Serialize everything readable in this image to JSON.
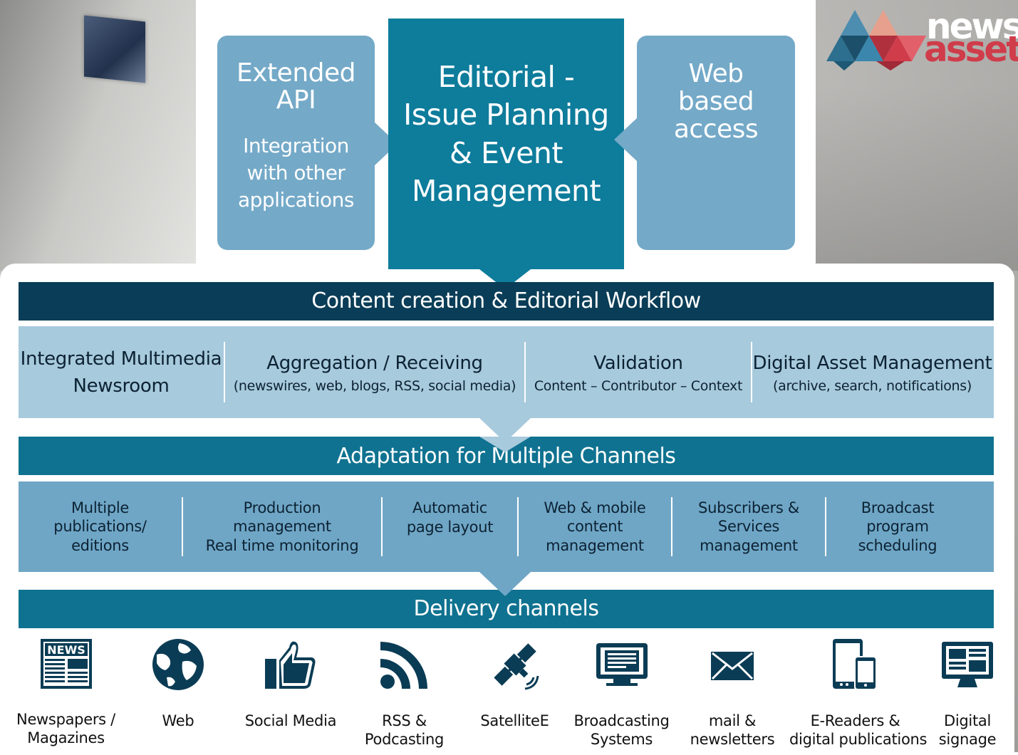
{
  "logo": {
    "word1": "news",
    "word2": "asset"
  },
  "top": {
    "left": {
      "title_line1": "Extended",
      "title_line2": "API",
      "sub_line1": "Integration",
      "sub_line2": "with other",
      "sub_line3": "applications"
    },
    "center": {
      "line1": "Editorial -",
      "line2": "Issue Planning",
      "line3": "& Event",
      "line4": "Management"
    },
    "right": {
      "line1": "Web",
      "line2": "based",
      "line3": "access"
    }
  },
  "band1": "Content creation & Editorial Workflow",
  "row1": [
    {
      "title_line1": "Integrated Multimedia",
      "title_line2": "Newsroom"
    },
    {
      "title": "Aggregation / Receiving",
      "sub": "(newswires, web, blogs, RSS, social media)"
    },
    {
      "title": "Validation",
      "sub": "Content – Contributor – Context"
    },
    {
      "title": "Digital Asset Management",
      "sub": "(archive, search, notifications)"
    }
  ],
  "band2": "Adaptation for Multiple Channels",
  "row2": [
    {
      "l1": "Multiple",
      "l2": "publications/",
      "l3": "editions"
    },
    {
      "l1": "Production",
      "l2": "management",
      "l3": "Real time monitoring"
    },
    {
      "l1": "Automatic",
      "l2": "page layout",
      "l3": ""
    },
    {
      "l1": "Web & mobile",
      "l2": "content",
      "l3": "management"
    },
    {
      "l1": "Subscribers &",
      "l2": "Services",
      "l3": "management"
    },
    {
      "l1": "Broadcast",
      "l2": "program",
      "l3": "scheduling"
    }
  ],
  "band3": "Delivery channels",
  "channels": [
    {
      "icon": "newspaper-icon",
      "icon_text": "NEWS",
      "l1": "Newspapers /",
      "l2": "Magazines"
    },
    {
      "icon": "globe-icon",
      "l1": "Web",
      "l2": ""
    },
    {
      "icon": "thumbs-up-icon",
      "l1": "Social Media",
      "l2": ""
    },
    {
      "icon": "rss-icon",
      "l1": "RSS &",
      "l2": "Podcasting"
    },
    {
      "icon": "satellite-icon",
      "l1": "SatelliteE",
      "l2": ""
    },
    {
      "icon": "monitor-icon",
      "l1": "Broadcasting",
      "l2": "Systems"
    },
    {
      "icon": "envelope-icon",
      "l1": "mail &",
      "l2": "newsletters"
    },
    {
      "icon": "tablet-phone-icon",
      "l1": "E-Readers &",
      "l2": "digital publications"
    },
    {
      "icon": "signage-icon",
      "l1": "Digital",
      "l2": "signage"
    }
  ],
  "colors": {
    "side_box": "#74a9c8",
    "center_box": "#0e7c9b",
    "band_dark": "#0a3d57",
    "band_teal": "#0f7290",
    "row_light": "#a7cadc",
    "row_mid": "#6fa6c6",
    "icon": "#0b3c55",
    "logo_red": "#d03c4a"
  }
}
